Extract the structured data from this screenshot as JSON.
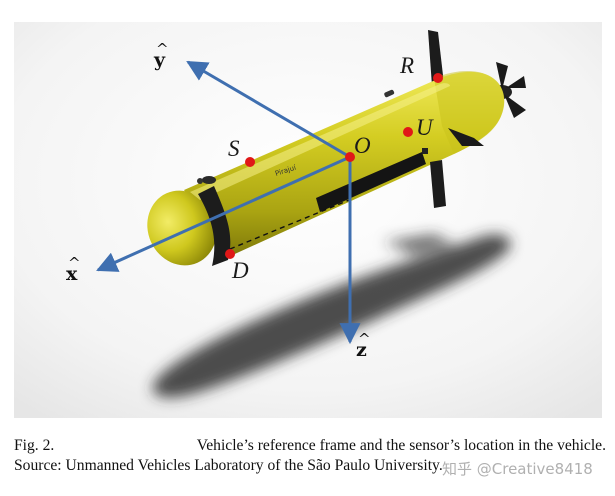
{
  "figure": {
    "axes": {
      "x": {
        "label": "x",
        "hat": "^"
      },
      "y": {
        "label": "y",
        "hat": "^"
      },
      "z": {
        "label": "z",
        "hat": "^"
      }
    },
    "points": {
      "R": "R",
      "U": "U",
      "S": "S",
      "O": "O",
      "D": "D"
    },
    "logo_text": "Pirajuí",
    "colors": {
      "hull": "#c9c318",
      "axis_arrow": "#3f6fb0",
      "marker": "#e01818",
      "cap": "#1c1c1c",
      "shadow": "#3a3a3a"
    }
  },
  "caption": {
    "fig_label": "Fig. 2.",
    "line1_text": "Vehicle’s reference frame and the sensor’s location in the vehicle.",
    "line2_text": "Source: Unmanned Vehicles Laboratory of the São Paulo University."
  },
  "watermark": {
    "text": "知乎 @Creative8418"
  }
}
